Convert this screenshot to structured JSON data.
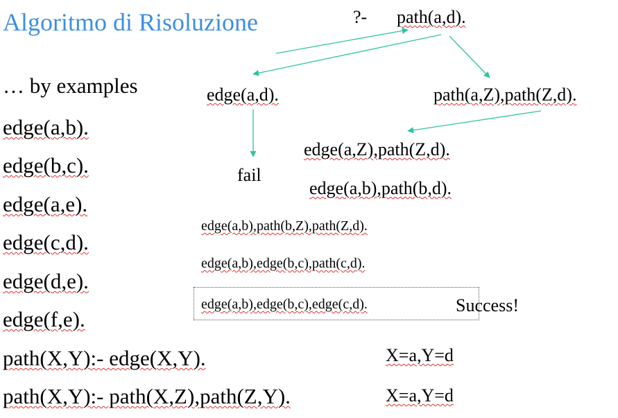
{
  "title": "Algoritmo di Risoluzione",
  "query": {
    "prompt": "?-",
    "goal": "path(a,d)."
  },
  "program": {
    "intro": "… by examples",
    "facts": [
      "edge(a,b).",
      "edge(b,c).",
      "edge(a,e).",
      "edge(c,d).",
      "edge(d,e).",
      "edge(f,e)."
    ],
    "rules": [
      "path(X,Y):- edge(X,Y).",
      "path(X,Y):- path(X,Z),path(Z,Y)."
    ]
  },
  "tree": {
    "left_branch": "edge(a,d).",
    "right_branch": "path(a,Z),path(Z,d).",
    "fail": "fail",
    "steps": [
      "edge(a,Z),path(Z,d).",
      "edge(a,b),path(b,d).",
      "edge(a,b),path(b,Z),path(Z,d).",
      "edge(a,b),edge(b,c),path(c,d).",
      "edge(a,b),edge(b,c),edge(c,d)."
    ],
    "success": "Success!"
  },
  "bindings": [
    "X=a,Y=d",
    "X=a,Y=d"
  ],
  "colors": {
    "title": "#3d8fe0",
    "arrow": "#2ec4a0",
    "squiggle": "#e03030"
  }
}
